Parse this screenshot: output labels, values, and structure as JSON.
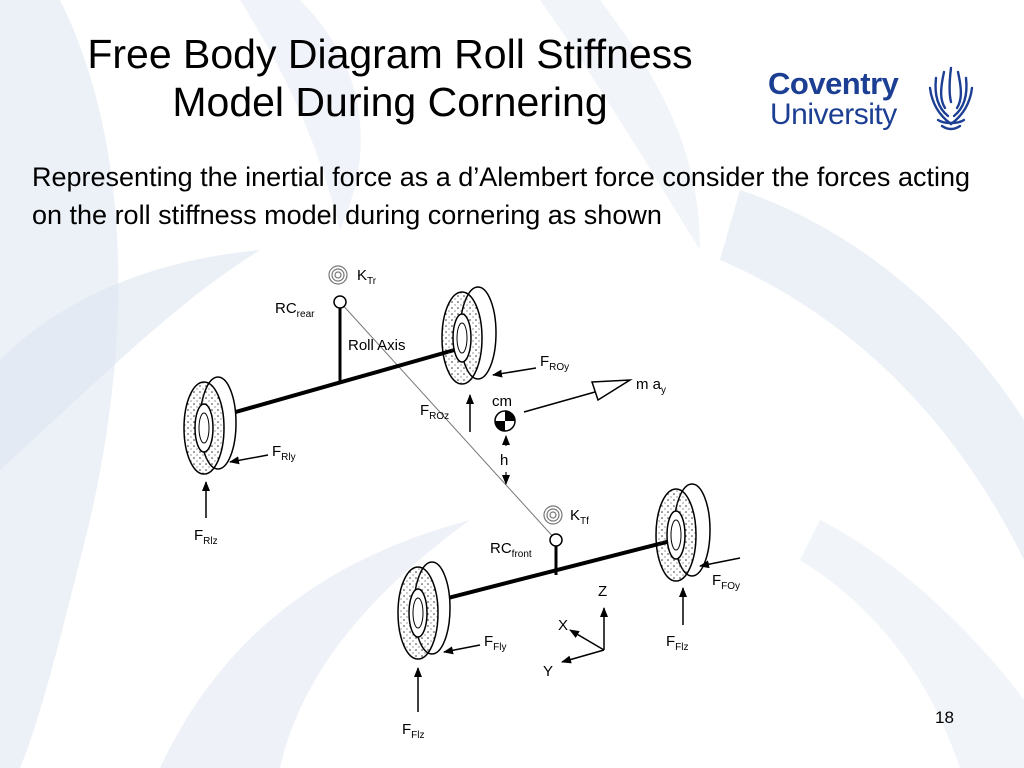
{
  "slide": {
    "title_line1": "Free Body Diagram Roll Stiffness",
    "title_line2": "Model During Cornering",
    "body": "Representing the inertial force as a d’Alembert force consider the forces acting on the roll stiffness model during cornering as shown",
    "page_number": "18"
  },
  "logo": {
    "line1": "Coventry",
    "line2": "University",
    "color": "#1c3f94"
  },
  "diagram": {
    "labels": {
      "k_tr": "K",
      "k_tr_sub": "Tr",
      "rc_rear": "RC",
      "rc_rear_sub": "rear",
      "roll_axis": "Roll Axis",
      "f_roy": "F",
      "f_roy_sub": "ROy",
      "m_ay": "m a",
      "m_ay_sub": "y",
      "f_roz": "F",
      "f_roz_sub": "ROz",
      "cm": "cm",
      "f_rly": "F",
      "f_rly_sub": "Rly",
      "h": "h",
      "k_tf": "K",
      "k_tf_sub": "Tf",
      "f_rlz": "F",
      "f_rlz_sub": "Rlz",
      "rc_front": "RC",
      "rc_front_sub": "front",
      "f_foy": "F",
      "f_foy_sub": "FOy",
      "z": "Z",
      "x": "X",
      "f_fly": "F",
      "f_fly_sub": "Fly",
      "f_flz_right": "F",
      "f_flz_right_sub": "Flz",
      "y": "Y",
      "f_flz_left": "F",
      "f_flz_left_sub": "Flz"
    }
  }
}
